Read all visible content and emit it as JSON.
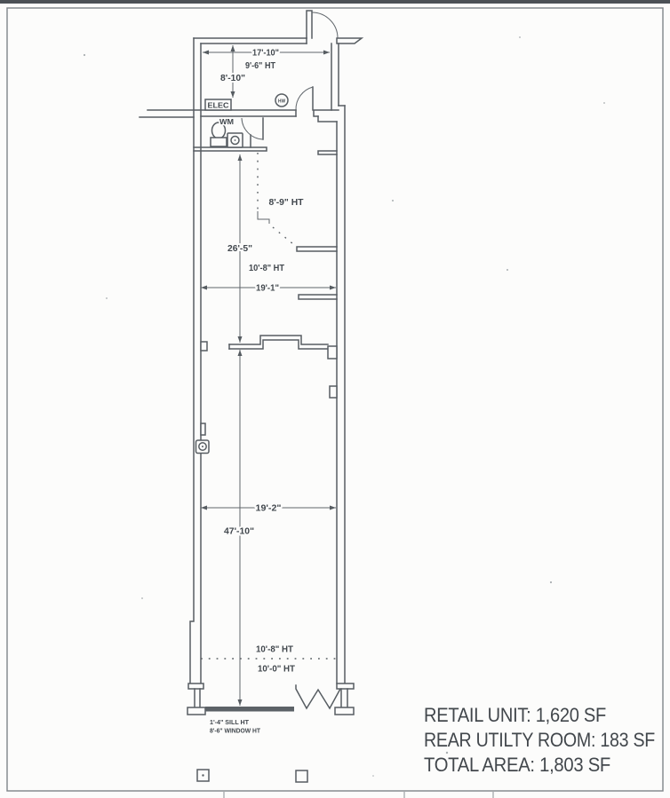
{
  "document": {
    "type": "scanned-floor-plan",
    "paper_color": "#fcfcfb",
    "ink_color": "#575d62",
    "border_color": "#7e8489"
  },
  "plan": {
    "labels": {
      "dim_17_10": "17'-10\"",
      "ht_9_6": "9'-6\" HT",
      "dim_8_10": "8'-10\"",
      "elec": "ELEC",
      "hw": "HW",
      "wm": "WM",
      "ht_8_9": "8'-9\" HT",
      "dim_26_5": "26'-5\"",
      "ht_10_8_upper": "10'-8\" HT",
      "dim_19_1": "19'-1\"",
      "dim_19_2": "19'-2\"",
      "dim_47_10": "47'-10\"",
      "ht_10_8_lower": "10'-8\" HT",
      "ht_10_0": "10'-0\" HT",
      "sill_ht": "1'-4\" SILL HT",
      "window_ht": "8'-6\" WINDOW HT"
    }
  },
  "summary": {
    "lines": [
      "RETAIL UNIT:  1,620 SF",
      "REAR UTILTY ROOM:  183 SF",
      "TOTAL AREA:  1,803 SF"
    ]
  }
}
